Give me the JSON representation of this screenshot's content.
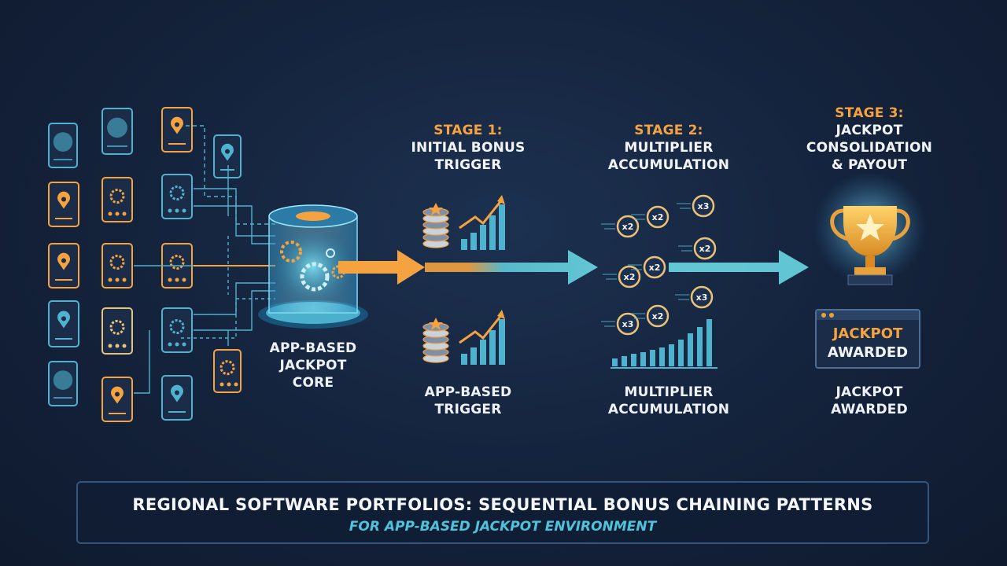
{
  "stages": [
    {
      "number": "STAGE 1:",
      "lines": [
        "INITIAL BONUS",
        "TRIGGER"
      ],
      "caption": [
        "APP-BASED",
        "TRIGGER"
      ]
    },
    {
      "number": "STAGE 2:",
      "lines": [
        "MULTIPLIER",
        "ACCUMULATION"
      ],
      "caption": [
        "MULTIPLIER",
        "ACCUMULATION"
      ]
    },
    {
      "number": "STAGE 3:",
      "lines": [
        "JACKPOT",
        "CONSOLIDATION",
        "& PAYOUT"
      ],
      "caption": [
        "JACKPOT",
        "AWARDED"
      ]
    }
  ],
  "core": {
    "caption": [
      "APP-BASED",
      "JACKPOT",
      "CORE"
    ]
  },
  "multipliers": [
    "x2",
    "x2",
    "x3",
    "x2",
    "x2",
    "x2",
    "x3",
    "x3",
    "x2"
  ],
  "award_box": {
    "line1": "JACKPOT",
    "line2": "AWARDED"
  },
  "banner": {
    "title": "REGIONAL SOFTWARE PORTFOLIOS: SEQUENTIAL BONUS CHAINING PATTERNS",
    "subtitle": "FOR APP-BASED JACKPOT ENVIRONMENT"
  },
  "colors": {
    "accent_orange": "#f4a340",
    "accent_cyan": "#4ec3da",
    "background": "#14223b"
  }
}
